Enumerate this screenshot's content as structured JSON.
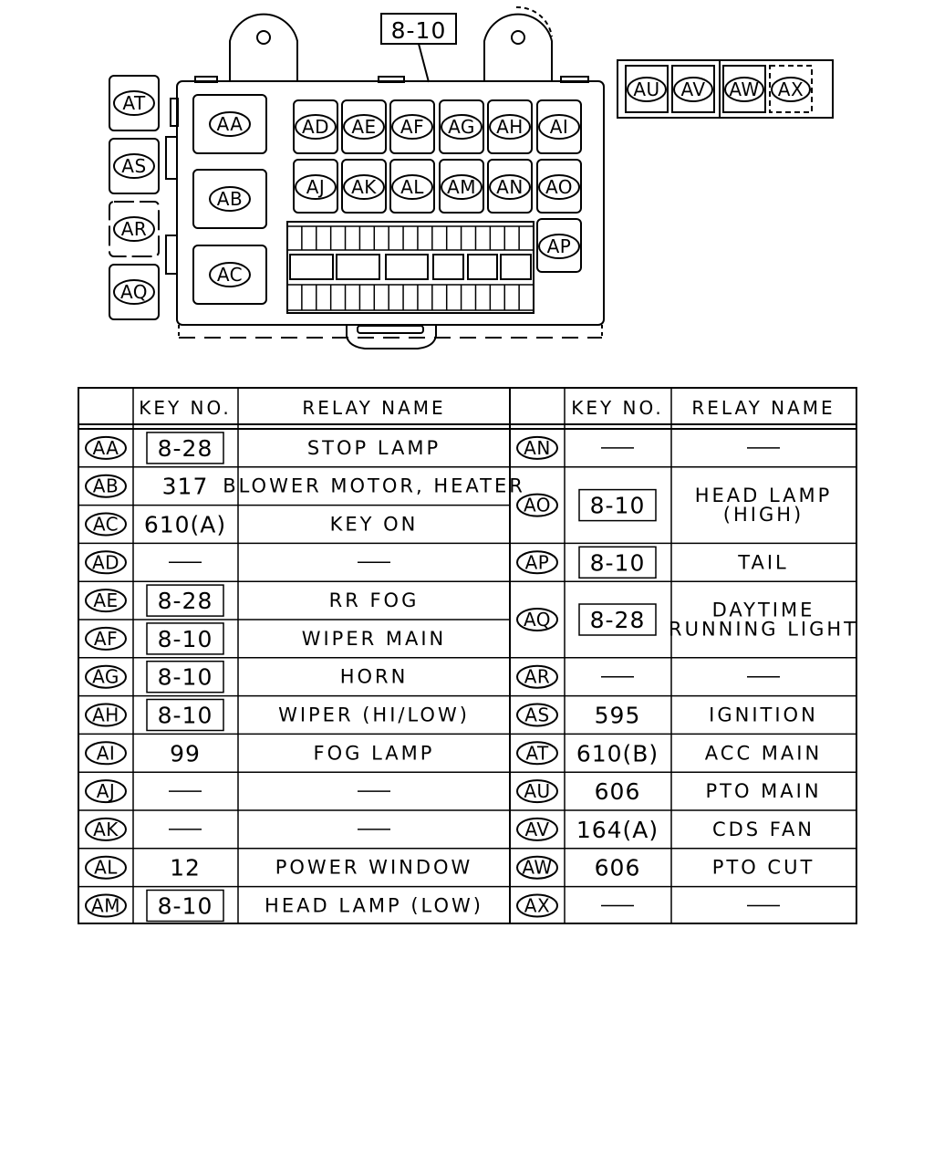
{
  "box_key_no": "8-10",
  "external_relays": [
    "AU",
    "AV",
    "AW",
    "AX"
  ],
  "side_relays": [
    "AT",
    "AS",
    "AR",
    "AQ"
  ],
  "large_relays": [
    "AA",
    "AB",
    "AC"
  ],
  "relay_row_1": [
    "AD",
    "AE",
    "AF",
    "AG",
    "AH",
    "AI"
  ],
  "relay_row_2": [
    "AJ",
    "AK",
    "AL",
    "AM",
    "AN",
    "AO"
  ],
  "relay_extra": "AP",
  "table": {
    "headers": {
      "key_no": "KEY NO.",
      "relay_name": "RELAY NAME"
    },
    "left": [
      {
        "id": "AA",
        "key": "8-28",
        "boxed": true,
        "name": "STOP LAMP"
      },
      {
        "id": "AB",
        "key": "317",
        "boxed": false,
        "name": "BLOWER MOTOR, HEATER"
      },
      {
        "id": "AC",
        "key": "610(A)",
        "boxed": false,
        "name": "KEY ON"
      },
      {
        "id": "AD",
        "key": "—",
        "boxed": false,
        "name": "—"
      },
      {
        "id": "AE",
        "key": "8-28",
        "boxed": true,
        "name": "RR FOG"
      },
      {
        "id": "AF",
        "key": "8-10",
        "boxed": true,
        "name": "WIPER MAIN"
      },
      {
        "id": "AG",
        "key": "8-10",
        "boxed": true,
        "name": "HORN"
      },
      {
        "id": "AH",
        "key": "8-10",
        "boxed": true,
        "name": "WIPER (HI/LOW)"
      },
      {
        "id": "AI",
        "key": "99",
        "boxed": false,
        "name": "FOG LAMP"
      },
      {
        "id": "AJ",
        "key": "—",
        "boxed": false,
        "name": "—"
      },
      {
        "id": "AK",
        "key": "—",
        "boxed": false,
        "name": "—"
      },
      {
        "id": "AL",
        "key": "12",
        "boxed": false,
        "name": "POWER WINDOW"
      },
      {
        "id": "AM",
        "key": "8-10",
        "boxed": true,
        "name": "HEAD LAMP (LOW)"
      }
    ],
    "right": [
      {
        "id": "AN",
        "key": "—",
        "boxed": false,
        "name": [
          "—"
        ],
        "span": 1
      },
      {
        "id": "AO",
        "key": "8-10",
        "boxed": true,
        "name": [
          "HEAD LAMP",
          "(HIGH)"
        ],
        "span": 2
      },
      {
        "id": "AP",
        "key": "8-10",
        "boxed": true,
        "name": [
          "TAIL"
        ],
        "span": 1
      },
      {
        "id": "AQ",
        "key": "8-28",
        "boxed": true,
        "name": [
          "DAYTIME",
          "RUNNING LIGHT"
        ],
        "span": 2
      },
      {
        "id": "AR",
        "key": "—",
        "boxed": false,
        "name": [
          "—"
        ],
        "span": 1
      },
      {
        "id": "AS",
        "key": "595",
        "boxed": false,
        "name": [
          "IGNITION"
        ],
        "span": 1
      },
      {
        "id": "AT",
        "key": "610(B)",
        "boxed": false,
        "name": [
          "ACC MAIN"
        ],
        "span": 1
      },
      {
        "id": "AU",
        "key": "606",
        "boxed": false,
        "name": [
          "PTO MAIN"
        ],
        "span": 1
      },
      {
        "id": "AV",
        "key": "164(A)",
        "boxed": false,
        "name": [
          "CDS FAN"
        ],
        "span": 1
      },
      {
        "id": "AW",
        "key": "606",
        "boxed": false,
        "name": [
          "PTO CUT"
        ],
        "span": 1
      },
      {
        "id": "AX",
        "key": "—",
        "boxed": false,
        "name": [
          "—"
        ],
        "span": 1
      }
    ]
  }
}
